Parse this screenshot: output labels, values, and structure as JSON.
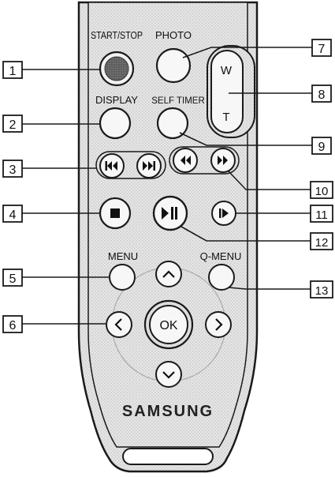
{
  "labels": {
    "start_stop": "START/STOP",
    "photo": "PHOTO",
    "display": "DISPLAY",
    "self_timer": "SELF TIMER",
    "menu": "MENU",
    "q_menu": "Q-MENU",
    "ok": "OK",
    "zoom_w": "W",
    "zoom_t": "T",
    "brand": "SAMSUNG"
  },
  "callouts": {
    "c1": "1",
    "c2": "2",
    "c3": "3",
    "c4": "4",
    "c5": "5",
    "c6": "6",
    "c7": "7",
    "c8": "8",
    "c9": "9",
    "c10": "10",
    "c11": "11",
    "c12": "12",
    "c13": "13"
  },
  "icons": {
    "skip_back": "skip-back-icon",
    "skip_forward": "skip-forward-icon",
    "rewind": "rewind-icon",
    "fast_forward": "fast-forward-icon",
    "stop": "stop-icon",
    "play_pause": "play-pause-icon",
    "slow": "slow-motion-icon",
    "up": "chevron-up-icon",
    "down": "chevron-down-icon",
    "left": "chevron-left-icon",
    "right": "chevron-right-icon"
  },
  "colors": {
    "record_button": "#7a7a7a",
    "body_fill": "#dcdcdc",
    "outline": "#1a1a1a"
  }
}
